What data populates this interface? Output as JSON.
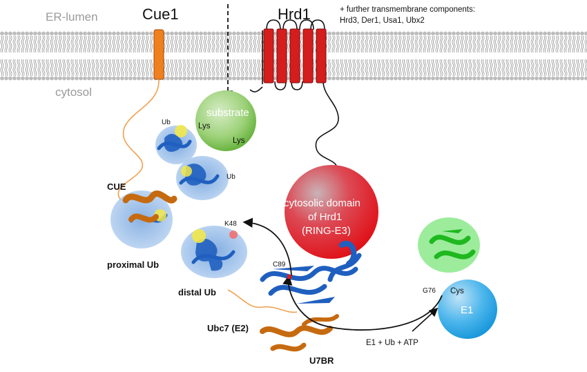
{
  "labels": {
    "er_lumen": "ER-lumen",
    "cytosol": "cytosol",
    "cue1": "Cue1",
    "hrd1": "Hrd1",
    "further_line1": "+ further transmembrane components:",
    "further_line2": "Hrd3, Der1, Usa1, Ubx2",
    "substrate": "substrate",
    "lys_1": "Lys",
    "lys_2": "Lys",
    "ub_top": "Ub",
    "ub_mid": "Ub",
    "cue": "CUE",
    "proximal_ub": "proximal Ub",
    "distal_ub": "distal Ub",
    "k48": "K48",
    "c89": "C89",
    "cytosolic_line1": "cytosolic domain",
    "cytosolic_line2": "of Hrd1",
    "cytosolic_line3": "(RING-E3)",
    "g76": "G76",
    "cys": "Cys",
    "e1": "E1",
    "e1_reaction": "E1 + Ub + ATP",
    "ubc7": "Ubc7 (E2)",
    "u7br": "U7BR"
  },
  "colors": {
    "membrane_head": "#bdbdbd",
    "cue1_helix": "#f07f1e",
    "hrd1_helix": "#d61d1d",
    "substrate": "#7cc24a",
    "ring_e3": "#d9232a",
    "e1": "#2aa3e3",
    "ubiquitin_blue": "#1f5fbf",
    "surface_blue": "#8bb8e8",
    "highlight_yellow": "#f2e84a",
    "green_protein": "#2fc52f",
    "linker_orange": "#f0a050"
  }
}
